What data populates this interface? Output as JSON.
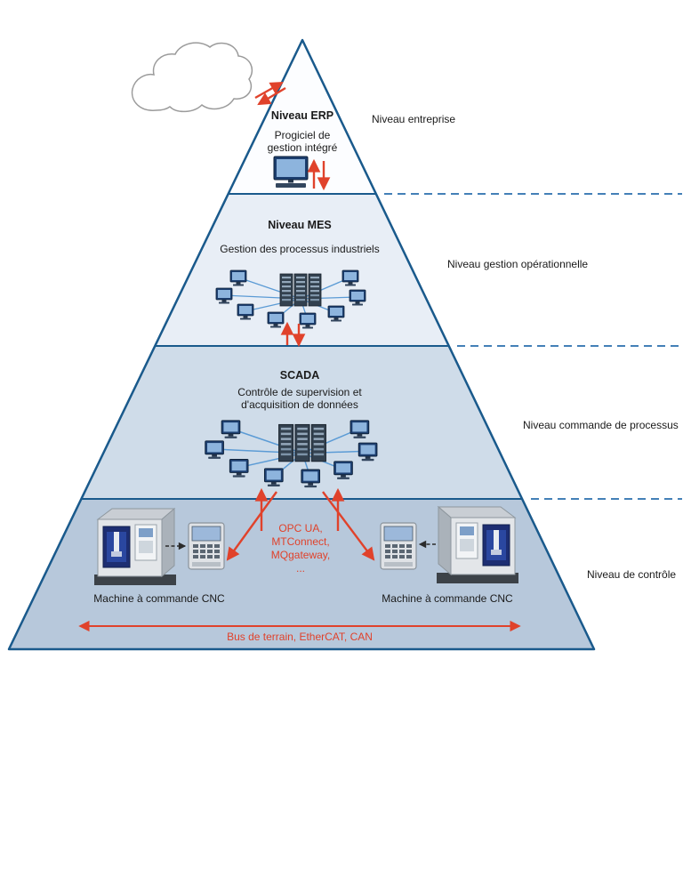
{
  "diagram": {
    "type": "automation-pyramid",
    "levels": [
      {
        "title": "Niveau ERP",
        "description": "Progiciel de\ngestion intégré",
        "side_label": "Niveau entreprise"
      },
      {
        "title": "Niveau MES",
        "description": "Gestion des processus industriels",
        "side_label": "Niveau gestion opérationnelle"
      },
      {
        "title": "SCADA",
        "description": "Contrôle de supervision et\nd'acquisition de données",
        "side_label": "Niveau commande de processus"
      },
      {
        "side_label": "Niveau de contrôle",
        "machines": [
          "Machine à commande CNC",
          "Machine à commande CNC"
        ],
        "protocols": "OPC UA,\nMTConnect,\nMQgateway,\n...",
        "bus": "Bus de terrain, EtherCAT, CAN"
      }
    ],
    "icons": {
      "cloud": "cloud-icon",
      "erp_computer": "computer-icon",
      "mes_network": "server-network-graphic",
      "scada_network": "server-network-graphic",
      "cnc_machine": "cnc-machine-graphic",
      "control_panel": "control-panel-graphic"
    },
    "colors": {
      "pyramid_border": "#1a5a8c",
      "level1_fill": "#fcfdff",
      "level2_fill": "#e8eef6",
      "level3_fill": "#cfdce9",
      "level4_fill": "#b7c8db",
      "arrow_red": "#e0422b",
      "boundary_dash_blue": "#2a6fad",
      "text": "#1a1a1a"
    }
  }
}
